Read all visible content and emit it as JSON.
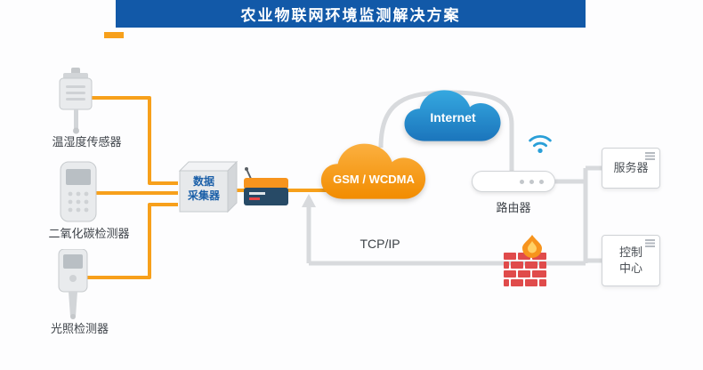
{
  "title": "农业物联网环境监测解决方案",
  "sensors": [
    {
      "label": "温湿度传感器"
    },
    {
      "label": "二氧化碳检测器"
    },
    {
      "label": "光照检测器"
    }
  ],
  "collector": {
    "line1": "数据",
    "line2": "采集器"
  },
  "clouds": {
    "gsm_label": "GSM / WCDMA",
    "internet_label": "Internet"
  },
  "router_label": "路由器",
  "tcpip_label": "TCP/IP",
  "server_label": "服务器",
  "control_center": {
    "line1": "控制",
    "line2": "中心"
  },
  "icons": {
    "wifi_icon": "wifi-arcs",
    "firewall_icon": "brick-wall-with-flame"
  },
  "colors": {
    "header_blue": "#1259a8",
    "accent_orange": "#f7a01b",
    "gsm_cloud_orange": "#f28c00",
    "internet_cloud_blue": "#1b75bc",
    "line_gray": "#d8dadd"
  }
}
